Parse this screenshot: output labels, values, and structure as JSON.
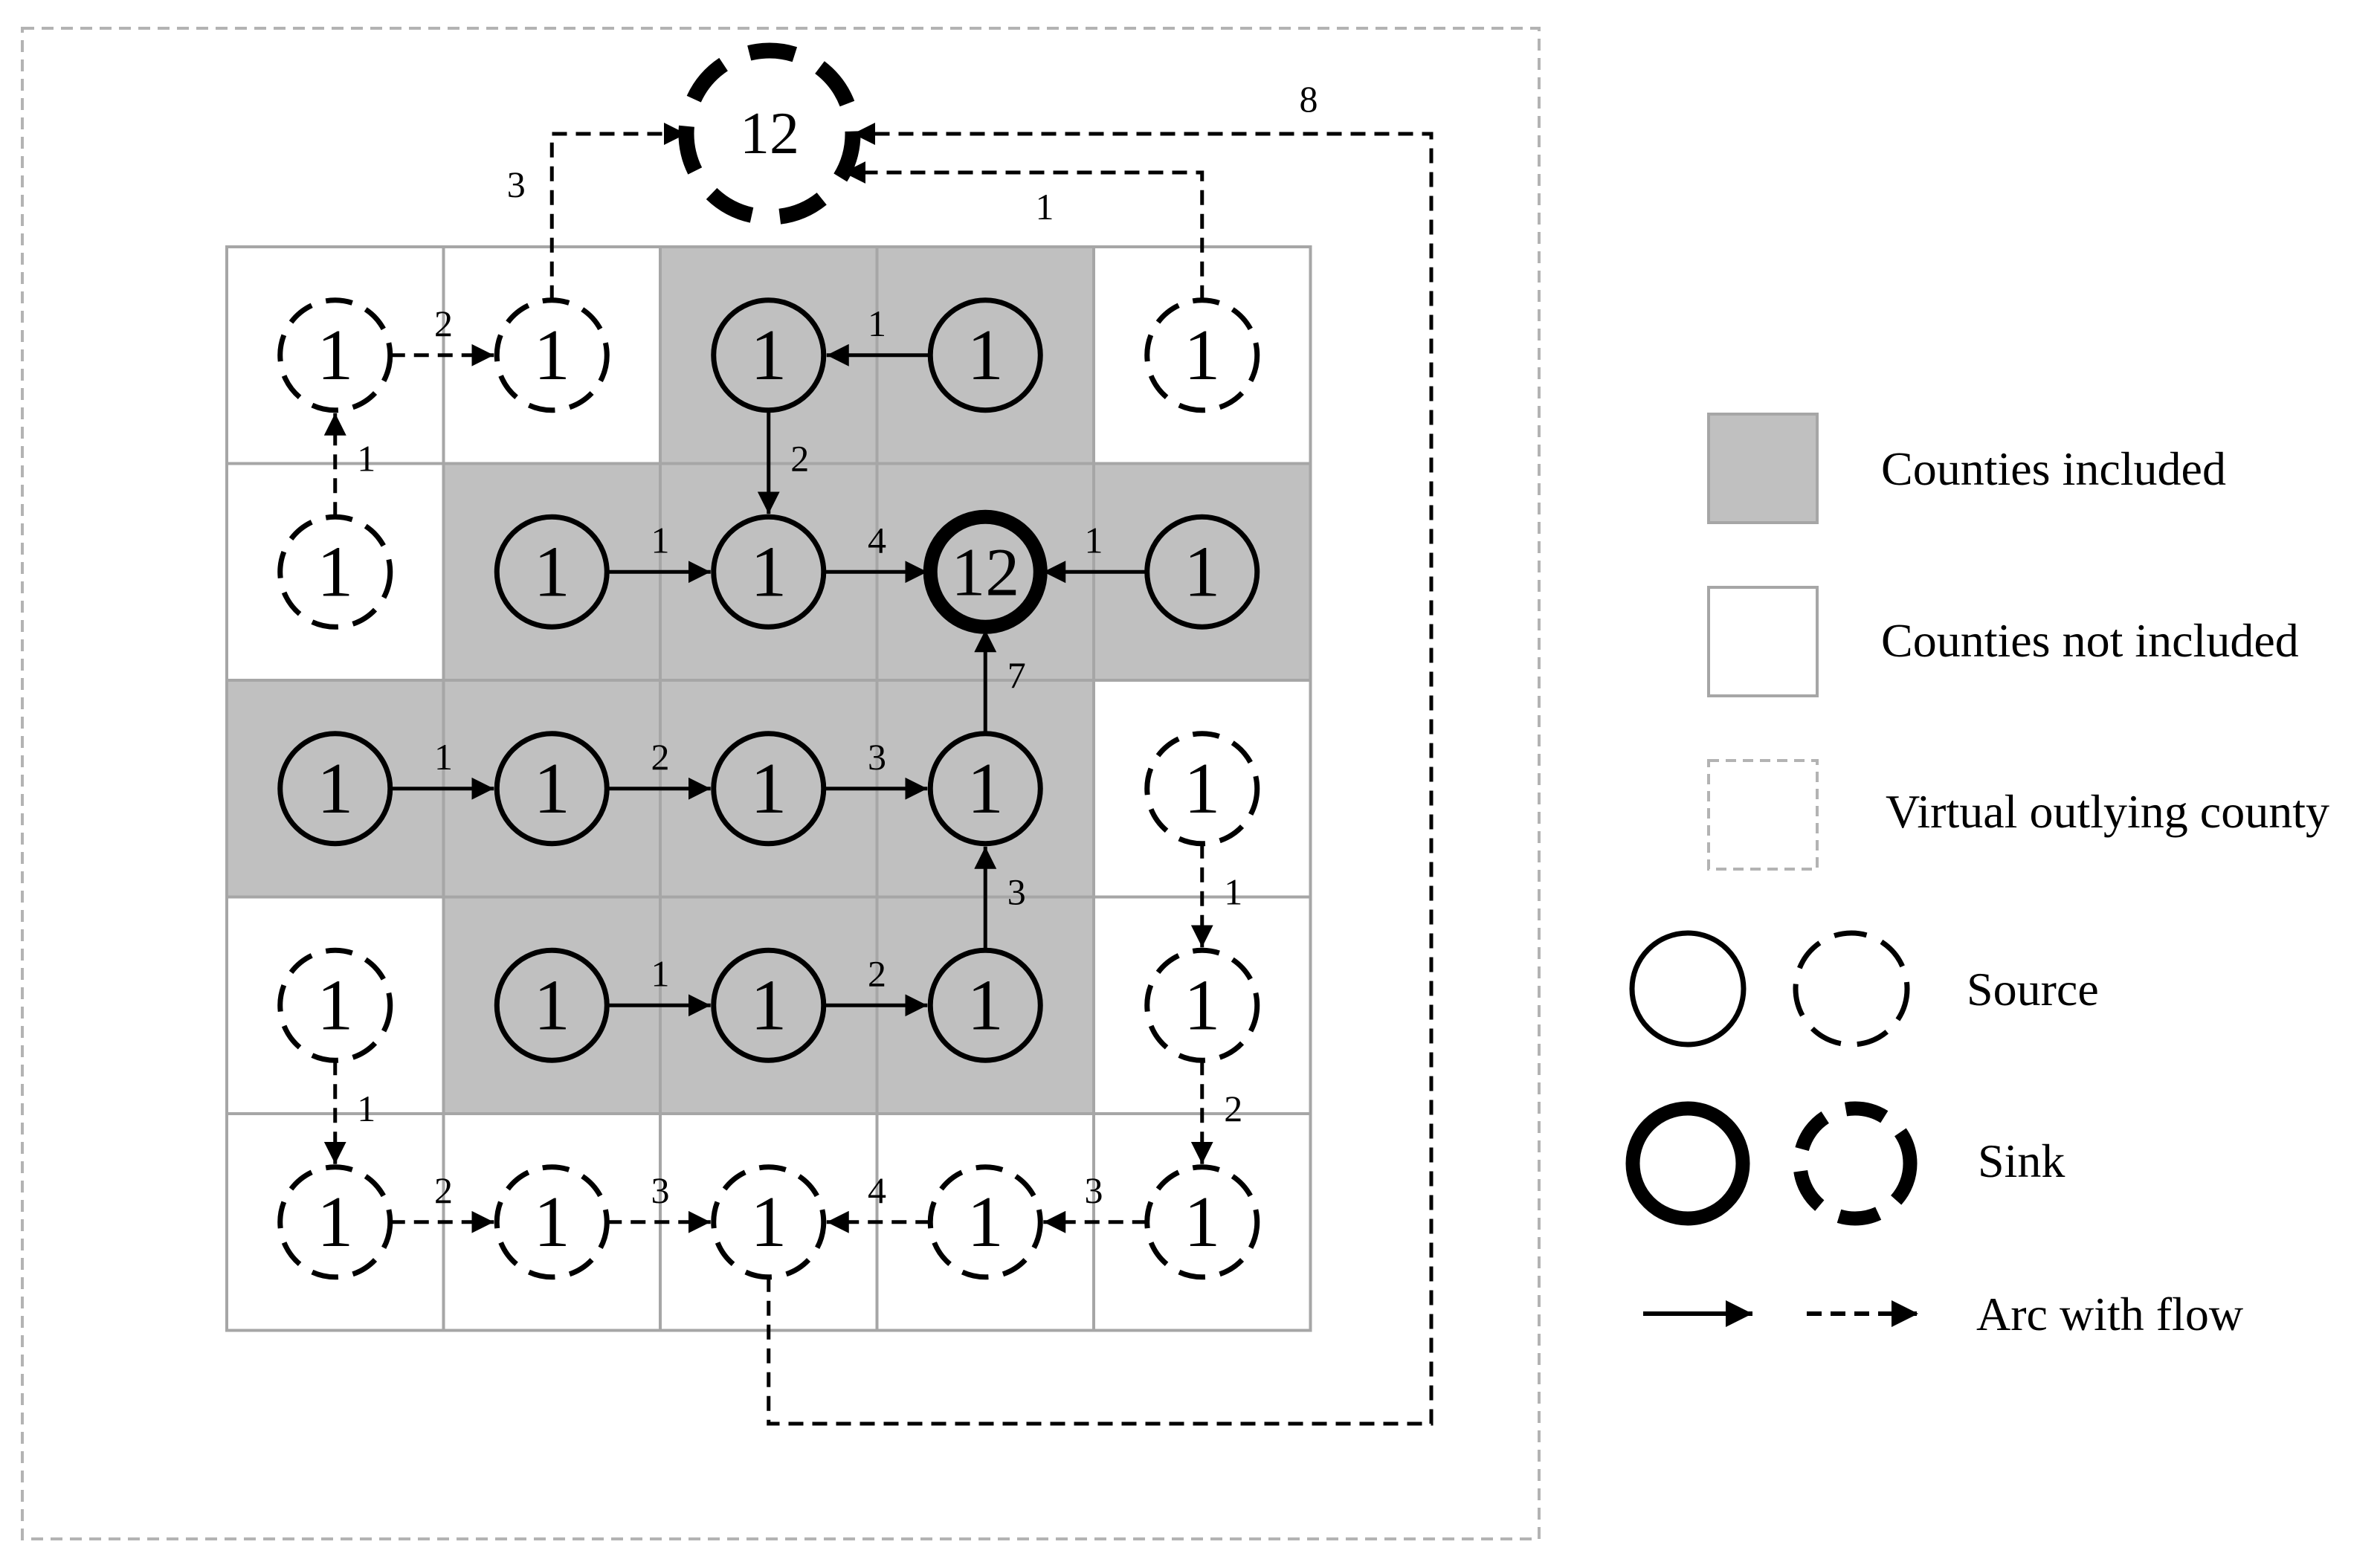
{
  "colors": {
    "included_fill": "#c0c0c0",
    "grid_stroke": "#a6a6a6",
    "virtual_stroke": "#b3b3b3",
    "ink": "#000000"
  },
  "grid": {
    "rows": 5,
    "cols": 5,
    "included": [
      [
        false,
        false,
        true,
        true,
        false
      ],
      [
        false,
        true,
        true,
        true,
        true
      ],
      [
        true,
        true,
        true,
        true,
        false
      ],
      [
        false,
        true,
        true,
        true,
        false
      ],
      [
        false,
        false,
        false,
        false,
        false
      ]
    ]
  },
  "nodes": [
    {
      "id": "virtual",
      "label": "12",
      "kind": "sink",
      "dashed": true,
      "virtual": true
    },
    {
      "id": "r0c0",
      "row": 0,
      "col": 0,
      "label": "1",
      "kind": "source",
      "dashed": true
    },
    {
      "id": "r0c1",
      "row": 0,
      "col": 1,
      "label": "1",
      "kind": "source",
      "dashed": true
    },
    {
      "id": "r0c2",
      "row": 0,
      "col": 2,
      "label": "1",
      "kind": "source",
      "dashed": false
    },
    {
      "id": "r0c3",
      "row": 0,
      "col": 3,
      "label": "1",
      "kind": "source",
      "dashed": false
    },
    {
      "id": "r0c4",
      "row": 0,
      "col": 4,
      "label": "1",
      "kind": "source",
      "dashed": true
    },
    {
      "id": "r1c0",
      "row": 1,
      "col": 0,
      "label": "1",
      "kind": "source",
      "dashed": true
    },
    {
      "id": "r1c1",
      "row": 1,
      "col": 1,
      "label": "1",
      "kind": "source",
      "dashed": false
    },
    {
      "id": "r1c2",
      "row": 1,
      "col": 2,
      "label": "1",
      "kind": "source",
      "dashed": false
    },
    {
      "id": "r1c3",
      "row": 1,
      "col": 3,
      "label": "12",
      "kind": "sink",
      "dashed": false
    },
    {
      "id": "r1c4",
      "row": 1,
      "col": 4,
      "label": "1",
      "kind": "source",
      "dashed": false
    },
    {
      "id": "r2c0",
      "row": 2,
      "col": 0,
      "label": "1",
      "kind": "source",
      "dashed": false
    },
    {
      "id": "r2c1",
      "row": 2,
      "col": 1,
      "label": "1",
      "kind": "source",
      "dashed": false
    },
    {
      "id": "r2c2",
      "row": 2,
      "col": 2,
      "label": "1",
      "kind": "source",
      "dashed": false
    },
    {
      "id": "r2c3",
      "row": 2,
      "col": 3,
      "label": "1",
      "kind": "source",
      "dashed": false
    },
    {
      "id": "r2c4",
      "row": 2,
      "col": 4,
      "label": "1",
      "kind": "source",
      "dashed": true
    },
    {
      "id": "r3c0",
      "row": 3,
      "col": 0,
      "label": "1",
      "kind": "source",
      "dashed": true
    },
    {
      "id": "r3c1",
      "row": 3,
      "col": 1,
      "label": "1",
      "kind": "source",
      "dashed": false
    },
    {
      "id": "r3c2",
      "row": 3,
      "col": 2,
      "label": "1",
      "kind": "source",
      "dashed": false
    },
    {
      "id": "r3c3",
      "row": 3,
      "col": 3,
      "label": "1",
      "kind": "source",
      "dashed": false
    },
    {
      "id": "r3c4",
      "row": 3,
      "col": 4,
      "label": "1",
      "kind": "source",
      "dashed": true
    },
    {
      "id": "r4c0",
      "row": 4,
      "col": 0,
      "label": "1",
      "kind": "source",
      "dashed": true
    },
    {
      "id": "r4c1",
      "row": 4,
      "col": 1,
      "label": "1",
      "kind": "source",
      "dashed": true
    },
    {
      "id": "r4c2",
      "row": 4,
      "col": 2,
      "label": "1",
      "kind": "source",
      "dashed": true
    },
    {
      "id": "r4c3",
      "row": 4,
      "col": 3,
      "label": "1",
      "kind": "source",
      "dashed": true
    },
    {
      "id": "r4c4",
      "row": 4,
      "col": 4,
      "label": "1",
      "kind": "source",
      "dashed": true
    }
  ],
  "arcs": [
    {
      "from": "r0c0",
      "to": "r0c1",
      "flow": "2",
      "dashed": true
    },
    {
      "from": "r1c0",
      "to": "r0c0",
      "flow": "1",
      "dashed": true
    },
    {
      "from": "r0c1",
      "to": "virtual",
      "flow": "3",
      "dashed": true
    },
    {
      "from": "r0c4",
      "to": "virtual",
      "flow": "1",
      "dashed": true
    },
    {
      "from": "r4c2",
      "to": "virtual",
      "flow": "8",
      "dashed": true
    },
    {
      "from": "r0c3",
      "to": "r0c2",
      "flow": "1",
      "dashed": false
    },
    {
      "from": "r0c2",
      "to": "r1c2",
      "flow": "2",
      "dashed": false
    },
    {
      "from": "r1c1",
      "to": "r1c2",
      "flow": "1",
      "dashed": false
    },
    {
      "from": "r1c2",
      "to": "r1c3",
      "flow": "4",
      "dashed": false
    },
    {
      "from": "r1c4",
      "to": "r1c3",
      "flow": "1",
      "dashed": false
    },
    {
      "from": "r2c3",
      "to": "r1c3",
      "flow": "7",
      "dashed": false
    },
    {
      "from": "r2c0",
      "to": "r2c1",
      "flow": "1",
      "dashed": false
    },
    {
      "from": "r2c1",
      "to": "r2c2",
      "flow": "2",
      "dashed": false
    },
    {
      "from": "r2c2",
      "to": "r2c3",
      "flow": "3",
      "dashed": false
    },
    {
      "from": "r3c3",
      "to": "r2c3",
      "flow": "3",
      "dashed": false
    },
    {
      "from": "r3c1",
      "to": "r3c2",
      "flow": "1",
      "dashed": false
    },
    {
      "from": "r3c2",
      "to": "r3c3",
      "flow": "2",
      "dashed": false
    },
    {
      "from": "r2c4",
      "to": "r3c4",
      "flow": "1",
      "dashed": true
    },
    {
      "from": "r3c4",
      "to": "r4c4",
      "flow": "2",
      "dashed": true
    },
    {
      "from": "r3c0",
      "to": "r4c0",
      "flow": "1",
      "dashed": true
    },
    {
      "from": "r4c0",
      "to": "r4c1",
      "flow": "2",
      "dashed": true
    },
    {
      "from": "r4c1",
      "to": "r4c2",
      "flow": "3",
      "dashed": true
    },
    {
      "from": "r4c3",
      "to": "r4c2",
      "flow": "4",
      "dashed": true
    },
    {
      "from": "r4c4",
      "to": "r4c3",
      "flow": "3",
      "dashed": true
    }
  ],
  "legend": {
    "included": "Counties included",
    "not_included": "Counties not included",
    "virtual": "Virtual outlying county",
    "source": "Source",
    "sink": "Sink",
    "arc": "Arc with flow"
  }
}
